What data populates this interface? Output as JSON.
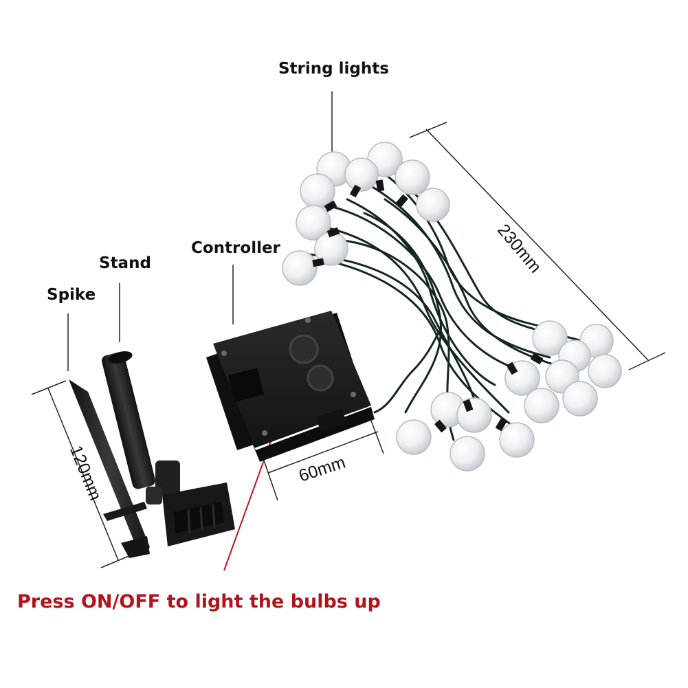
{
  "labels": {
    "string_lights": "String lights",
    "controller": "Controller",
    "stand": "Stand",
    "spike": "Spike"
  },
  "dimensions": {
    "length": "230mm",
    "width": "60mm",
    "height": "120mm"
  },
  "instruction": "Press ON/OFF to light the bulbs up",
  "colors": {
    "background": "#ffffff",
    "text": "#111111",
    "instruction": "#b5121b",
    "plastic": "#1c1c1c",
    "wire": "#14271c"
  }
}
